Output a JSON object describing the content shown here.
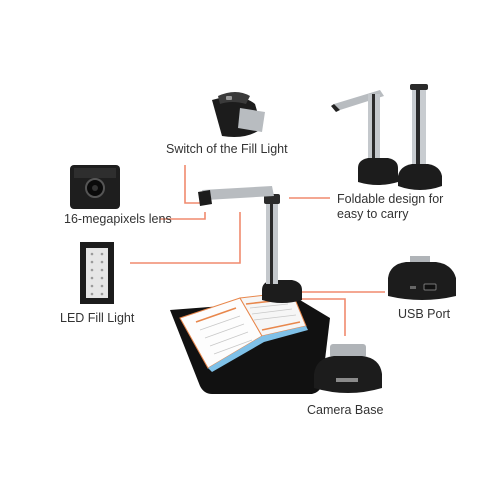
{
  "labels": {
    "switch_fill_light": "Switch of the Fill Light",
    "lens": "16-megapixels lens",
    "led_fill_light": "LED Fill Light",
    "foldable_line1": "Foldable design for",
    "foldable_line2": "easy to carry",
    "usb_port": "USB Port",
    "camera_base": "Camera Base"
  },
  "colors": {
    "callout_line": "#f08a6e",
    "device_dark": "#1c1c1c",
    "device_silver": "#b8bcc0",
    "mat_dark": "#111111",
    "document_orange": "#e8874c",
    "document_blue": "#7fc1e8"
  }
}
